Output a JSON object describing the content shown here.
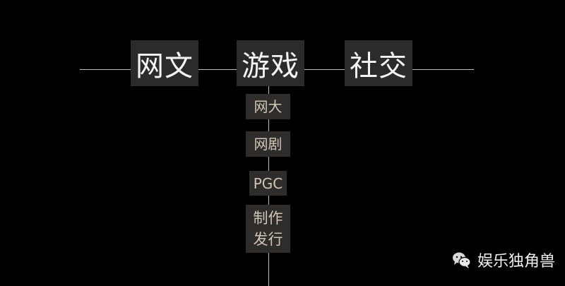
{
  "main_nodes": [
    "网文",
    "游戏",
    "社交"
  ],
  "sub_nodes": [
    "网大",
    "网剧",
    "PGC",
    "制作发行"
  ],
  "watermark": {
    "icon": "wechat-icon",
    "text": "娱乐独角兽"
  },
  "colors": {
    "background": "#000000",
    "box": "#2b2b2b",
    "line": "#bdbdbd",
    "sub_text": "#cfc6b6"
  }
}
